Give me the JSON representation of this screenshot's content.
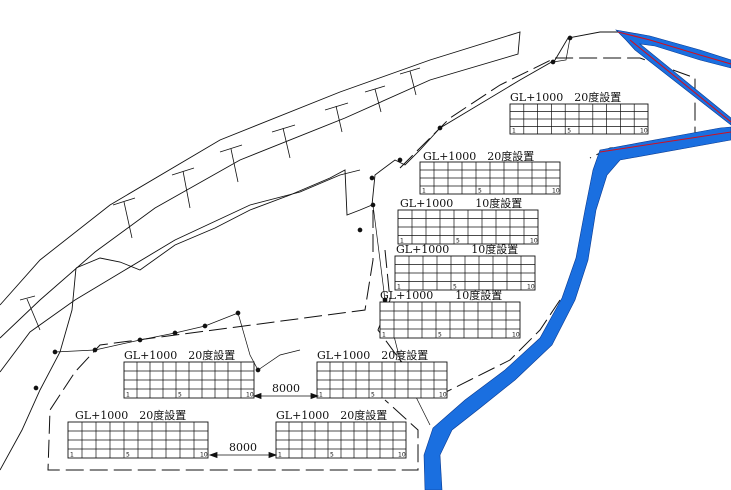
{
  "colors": {
    "river": "#1a6fe0",
    "boundary": "#d01020",
    "line": "#111111"
  },
  "arrays": [
    {
      "label": "GL+1000　20度設置",
      "tick_left": "1",
      "tick_mid": "5",
      "tick_right": "10"
    },
    {
      "label": "GL+1000　20度設置",
      "tick_left": "1",
      "tick_mid": "5",
      "tick_right": "10"
    },
    {
      "label": "GL+1000　　10度設置",
      "tick_left": "1",
      "tick_mid": "5",
      "tick_right": "10"
    },
    {
      "label": "GL+1000　　10度設置",
      "tick_left": "1",
      "tick_mid": "5",
      "tick_right": "10"
    },
    {
      "label": "GL+1000　　10度設置",
      "tick_left": "1",
      "tick_mid": "5",
      "tick_right": "10"
    },
    {
      "label": "GL+1000　20度設置",
      "tick_left": "1",
      "tick_mid": "5",
      "tick_right": "10"
    },
    {
      "label": "GL+1000　20度設置",
      "tick_left": "1",
      "tick_mid": "5",
      "tick_right": "10"
    },
    {
      "label": "GL+1000　20度設置",
      "tick_left": "1",
      "tick_mid": "5",
      "tick_right": "10"
    },
    {
      "label": "GL+1000　20度設置",
      "tick_left": "1",
      "tick_mid": "5",
      "tick_right": "10"
    }
  ],
  "dimensions": [
    {
      "value": "8000"
    },
    {
      "value": "8000"
    }
  ]
}
